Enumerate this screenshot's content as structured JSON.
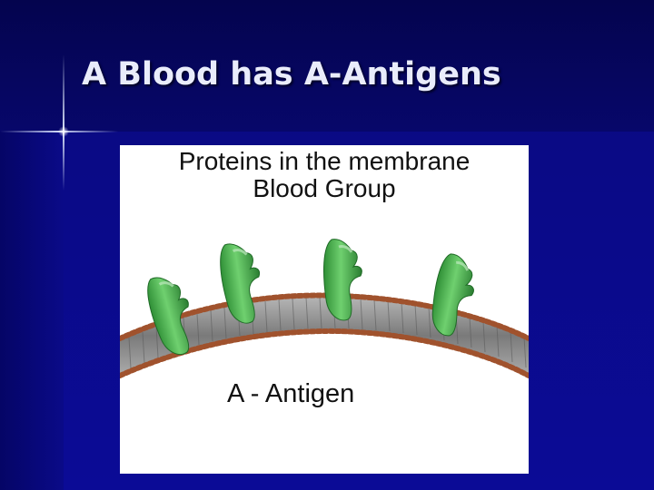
{
  "slide": {
    "title": "A Blood has A-Antigens"
  },
  "figure": {
    "heading_line1": "Proteins in the membrane",
    "heading_line2": "Blood Group",
    "label": "A - Antigen",
    "colors": {
      "protein": "#3fb24a",
      "membrane": "#8e8e8e",
      "lipid_heads": "#a0522d",
      "background": "#ffffff"
    }
  }
}
